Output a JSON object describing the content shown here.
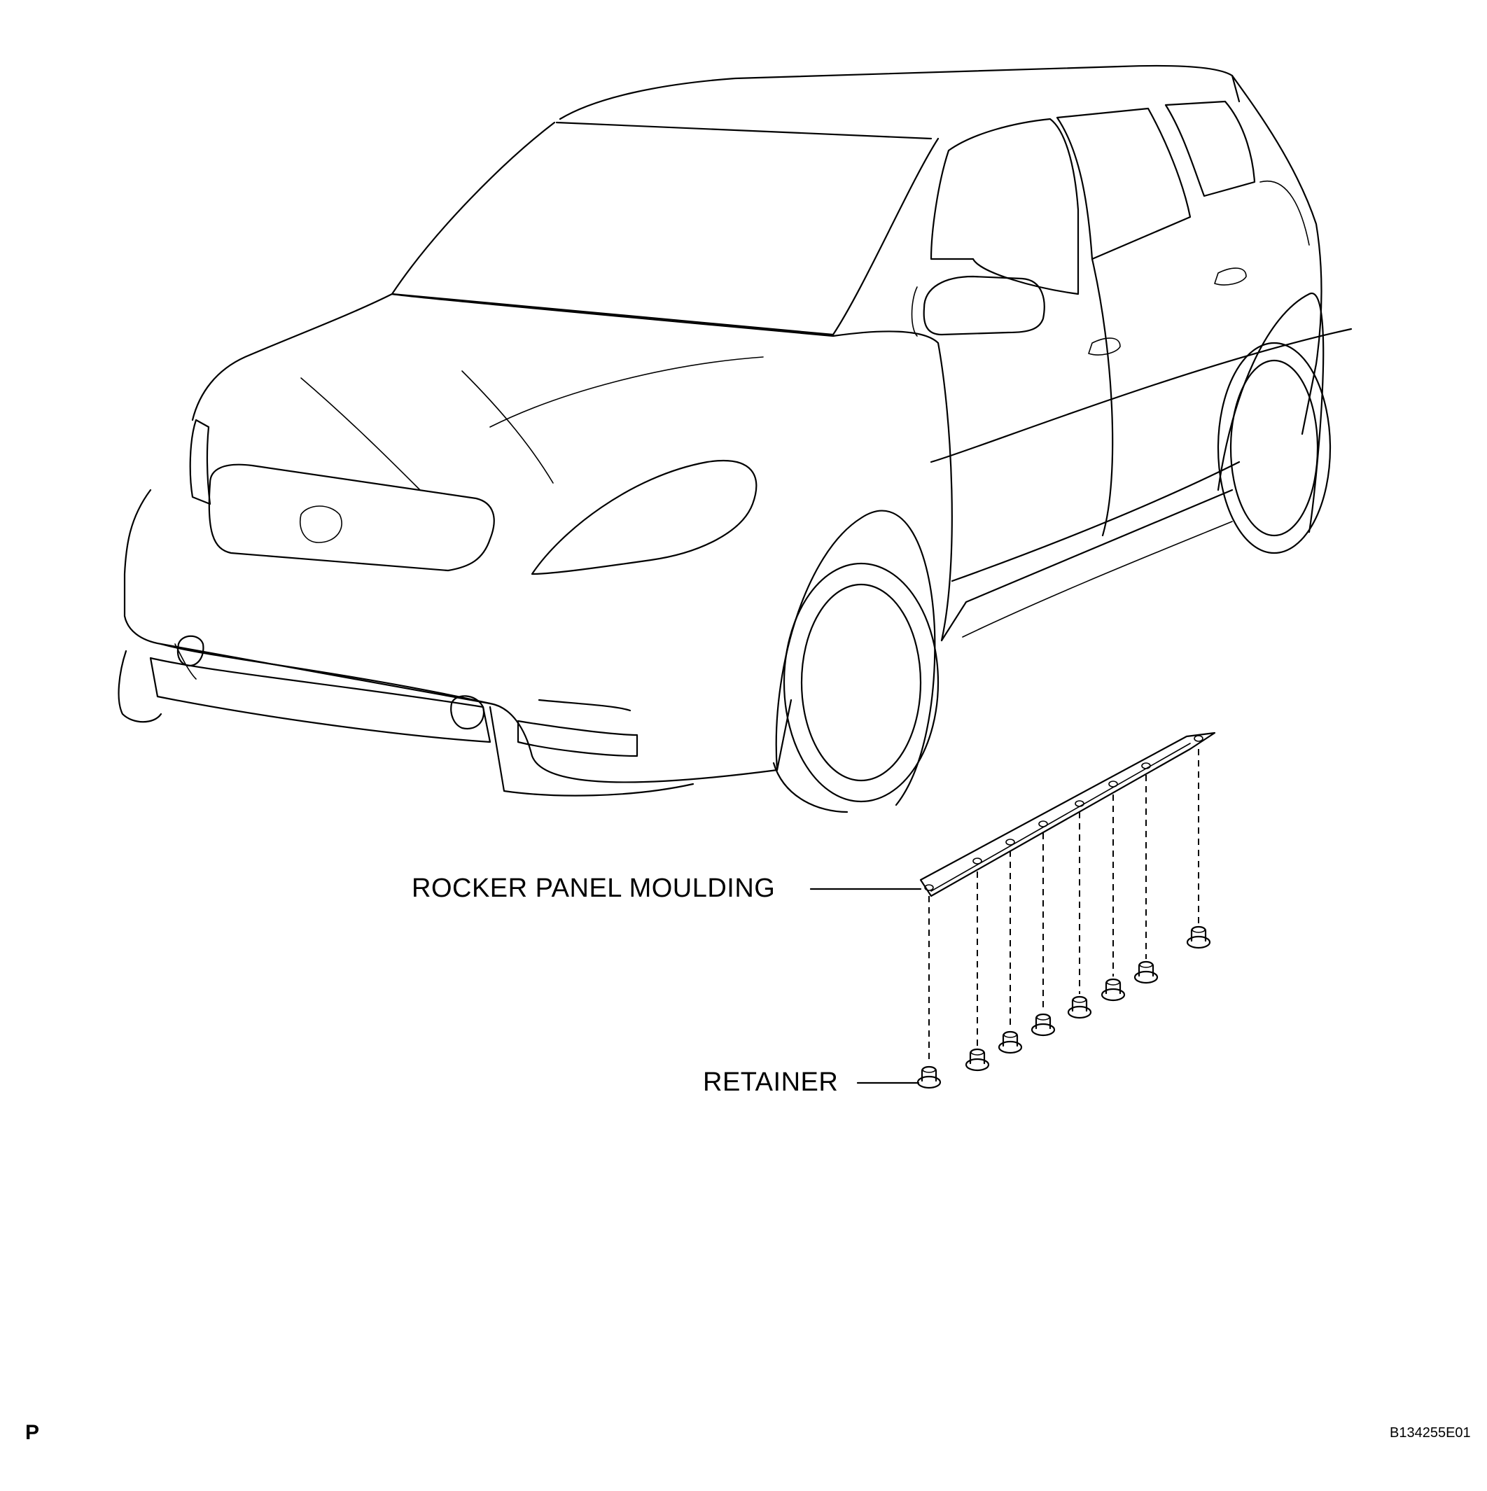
{
  "labels": {
    "rocker_panel_moulding": "ROCKER PANEL MOULDING",
    "retainer": "RETAINER"
  },
  "footer": {
    "left_code": "P",
    "figure_id": "B134255E01"
  },
  "retainer_count": 8,
  "line_color": "#000000",
  "background_color": "#ffffff"
}
